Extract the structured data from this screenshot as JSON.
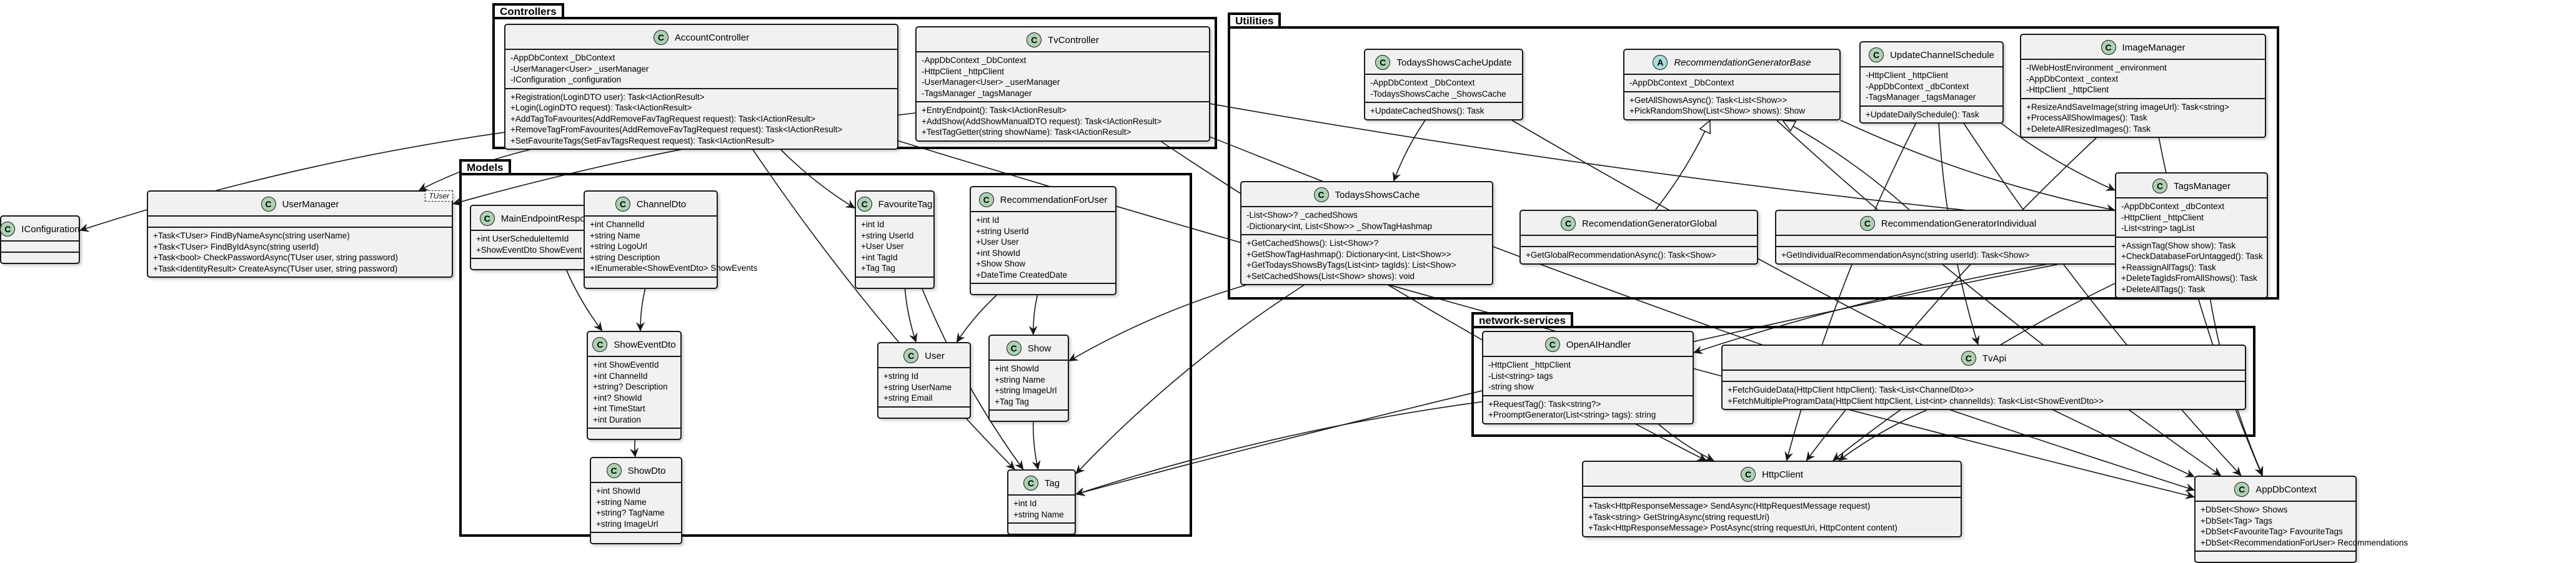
{
  "packages": [
    {
      "id": "controllers",
      "name": "Controllers"
    },
    {
      "id": "utilities",
      "name": "Utilities"
    },
    {
      "id": "models",
      "name": "Models"
    },
    {
      "id": "network_services",
      "name": "network-services"
    }
  ],
  "classes": {
    "account_controller": {
      "name": "AccountController",
      "stereotype": "C",
      "template": "",
      "fields": [
        "-AppDbContext _DbContext",
        "-UserManager<User> _userManager",
        "-IConfiguration _configuration"
      ],
      "methods": [
        "+Registration(LoginDTO user): Task<IActionResult>",
        "+Login(LoginDTO request): Task<IActionResult>",
        "+AddTagToFavourites(AddRemoveFavTagRequest request): Task<IActionResult>",
        "+RemoveTagFromFavourites(AddRemoveFavTagRequest request): Task<IActionResult>",
        "+SetFavouriteTags(SetFavTagsRequest request): Task<IActionResult>"
      ]
    },
    "tv_controller": {
      "name": "TvController",
      "stereotype": "C",
      "template": "",
      "fields": [
        "-AppDbContext _DbContext",
        "-HttpClient _httpClient",
        "-UserManager<User> _userManager",
        "-TagsManager _tagsManager"
      ],
      "methods": [
        "+EntryEndpoint(): Task<IActionResult>",
        "+AddShow(AddShowManualDTO request): Task<IActionResult>",
        "+TestTagGetter(string showName): Task<IActionResult>"
      ]
    },
    "iconfiguration": {
      "name": "IConfiguration",
      "stereotype": "C",
      "template": "",
      "fields": [],
      "methods": []
    },
    "user_manager": {
      "name": "UserManager",
      "stereotype": "C",
      "template": "TUser",
      "fields": [],
      "methods": [
        "+Task<TUser> FindByNameAsync(string userName)",
        "+Task<TUser> FindByIdAsync(string userId)",
        "+Task<bool> CheckPasswordAsync(TUser user, string password)",
        "+Task<IdentityResult> CreateAsync(TUser user, string password)"
      ]
    },
    "main_endpoint_response_dto": {
      "name": "MainEndpointResponseDto",
      "stereotype": "C",
      "template": "",
      "fields": [
        "+int UserScheduleItemId",
        "+ShowEventDto ShowEvent"
      ],
      "methods": []
    },
    "channel_dto": {
      "name": "ChannelDto",
      "stereotype": "C",
      "template": "",
      "fields": [
        "+int ChannelId",
        "+string Name",
        "+string LogoUrl",
        "+string Description",
        "+IEnumerable<ShowEventDto> ShowEvents"
      ],
      "methods": []
    },
    "favourite_tag": {
      "name": "FavouriteTag",
      "stereotype": "C",
      "template": "",
      "fields": [
        "+int Id",
        "+string UserId",
        "+User User",
        "+int TagId",
        "+Tag Tag"
      ],
      "methods": []
    },
    "recommendation_for_user": {
      "name": "RecommendationForUser",
      "stereotype": "C",
      "template": "",
      "fields": [
        "+int Id",
        "+string UserId",
        "+User User",
        "+int ShowId",
        "+Show Show",
        "+DateTime CreatedDate"
      ],
      "methods": []
    },
    "show_event_dto": {
      "name": "ShowEventDto",
      "stereotype": "C",
      "template": "",
      "fields": [
        "+int ShowEventId",
        "+int ChannelId",
        "+string? Description",
        "+int? ShowId",
        "+int TimeStart",
        "+int Duration"
      ],
      "methods": []
    },
    "show_dto": {
      "name": "ShowDto",
      "stereotype": "C",
      "template": "",
      "fields": [
        "+int ShowId",
        "+string Name",
        "+string? TagName",
        "+string ImageUrl"
      ],
      "methods": []
    },
    "user": {
      "name": "User",
      "stereotype": "C",
      "template": "",
      "fields": [
        "+string Id",
        "+string UserName",
        "+string Email"
      ],
      "methods": []
    },
    "show": {
      "name": "Show",
      "stereotype": "C",
      "template": "",
      "fields": [
        "+int ShowId",
        "+string Name",
        "+string ImageUrl",
        "+Tag Tag"
      ],
      "methods": []
    },
    "tag": {
      "name": "Tag",
      "stereotype": "C",
      "template": "",
      "fields": [
        "+int Id",
        "+string Name"
      ],
      "methods": []
    },
    "todays_shows_cache_update": {
      "name": "TodaysShowsCacheUpdate",
      "stereotype": "C",
      "template": "",
      "fields": [
        "-AppDbContext _DbContext",
        "-TodaysShowsCache _ShowsCache"
      ],
      "methods": [
        "+UpdateCachedShows(): Task"
      ]
    },
    "recommendation_generator_base": {
      "name": "RecommendationGeneratorBase",
      "stereotype": "A",
      "template": "",
      "fields": [
        "-AppDbContext _DbContext"
      ],
      "methods": [
        "+GetAllShowsAsync(): Task<List<Show>>",
        "+PickRandomShow(List<Show> shows): Show"
      ]
    },
    "update_channel_schedule": {
      "name": "UpdateChannelSchedule",
      "stereotype": "C",
      "template": "",
      "fields": [
        "-HttpClient _httpClient",
        "-AppDbContext _dbContext",
        "-TagsManager _tagsManager"
      ],
      "methods": [
        "+UpdateDailySchedule(): Task"
      ]
    },
    "image_manager": {
      "name": "ImageManager",
      "stereotype": "C",
      "template": "",
      "fields": [
        "-IWebHostEnvironment _environment",
        "-AppDbContext _context",
        "-HttpClient _httpClient"
      ],
      "methods": [
        "+ResizeAndSaveImage(string imageUrl): Task<string>",
        "+ProcessAllShowImages(): Task",
        "+DeleteAllResizedImages(): Task"
      ]
    },
    "todays_shows_cache": {
      "name": "TodaysShowsCache",
      "stereotype": "C",
      "template": "",
      "fields": [
        "-List<Show>? _cachedShows",
        "-Dictionary<int, List<Show>> _ShowTagHashmap"
      ],
      "methods": [
        "+GetCachedShows(): List<Show>?",
        "+GetShowTagHashmap(): Dictionary<int, List<Show>>",
        "+GetTodaysShowsByTags(List<int> tagIds): List<Show>",
        "+SetCachedShows(List<Show> shows): void"
      ]
    },
    "recommendation_generator_global": {
      "name": "RecomendationGeneratorGlobal",
      "stereotype": "C",
      "template": "",
      "fields": [],
      "methods": [
        "+GetGlobalRecommendationAsync(): Task<Show>"
      ]
    },
    "recommendation_generator_individual": {
      "name": "RecommendationGeneratorIndividual",
      "stereotype": "C",
      "template": "",
      "fields": [],
      "methods": [
        "+GetIndividualRecommendationAsync(string userId): Task<Show>"
      ]
    },
    "tags_manager": {
      "name": "TagsManager",
      "stereotype": "C",
      "template": "",
      "fields": [
        "-AppDbContext _dbContext",
        "-HttpClient _httpClient",
        "-List<string> tagList"
      ],
      "methods": [
        "+AssignTag(Show show): Task",
        "+CheckDatabaseForUntagged(): Task",
        "+ReassignAllTags(): Task",
        "+DeleteTagIdsFromAllShows(): Task",
        "+DeleteAllTags(): Task"
      ]
    },
    "openai_handler": {
      "name": "OpenAIHandler",
      "stereotype": "C",
      "template": "",
      "fields": [
        "-HttpClient _httpClient",
        "-List<string> tags",
        "-string show"
      ],
      "methods": [
        "+RequestTag(): Task<string?>",
        "+ProomptGenerator(List<string> tags): string"
      ]
    },
    "tv_api": {
      "name": "TvApi",
      "stereotype": "C",
      "template": "",
      "fields": [],
      "methods": [
        "+FetchGuideData(HttpClient httpClient): Task<List<ChannelDto>>",
        "+FetchMultipleProgramData(HttpClient httpClient, List<int> channelIds): Task<List<ShowEventDto>>"
      ]
    },
    "app_db_context": {
      "name": "AppDbContext",
      "stereotype": "C",
      "template": "",
      "fields": [
        "+DbSet<Show> Shows",
        "+DbSet<Tag> Tags",
        "+DbSet<FavouriteTag> FavouriteTags",
        "+DbSet<RecommendationForUser> Recommendations"
      ],
      "methods": []
    },
    "http_client": {
      "name": "HttpClient",
      "stereotype": "C",
      "template": "",
      "fields": [],
      "methods": [
        "+Task<HttpResponseMessage> SendAsync(HttpRequestMessage request)",
        "+Task<string> GetStringAsync(string requestUri)",
        "+Task<HttpResponseMessage> PostAsync(string requestUri, HttpContent content)"
      ]
    }
  },
  "relations": [
    {
      "from": "account_controller",
      "to": "user_manager",
      "kind": "dependency"
    },
    {
      "from": "account_controller",
      "to": "iconfiguration",
      "kind": "dependency"
    },
    {
      "from": "account_controller",
      "to": "favourite_tag",
      "kind": "dependency"
    },
    {
      "from": "account_controller",
      "to": "tag",
      "kind": "dependency"
    },
    {
      "from": "account_controller",
      "to": "app_db_context",
      "kind": "dependency"
    },
    {
      "from": "tv_controller",
      "to": "user_manager",
      "kind": "dependency"
    },
    {
      "from": "tv_controller",
      "to": "tags_manager",
      "kind": "dependency"
    },
    {
      "from": "tv_controller",
      "to": "http_client",
      "kind": "dependency"
    },
    {
      "from": "tv_controller",
      "to": "app_db_context",
      "kind": "dependency"
    },
    {
      "from": "main_endpoint_response_dto",
      "to": "show_event_dto",
      "kind": "dependency"
    },
    {
      "from": "channel_dto",
      "to": "show_event_dto",
      "kind": "dependency"
    },
    {
      "from": "show_event_dto",
      "to": "show_dto",
      "kind": "dependency"
    },
    {
      "from": "favourite_tag",
      "to": "user",
      "kind": "dependency"
    },
    {
      "from": "favourite_tag",
      "to": "tag",
      "kind": "dependency"
    },
    {
      "from": "recommendation_for_user",
      "to": "user",
      "kind": "dependency"
    },
    {
      "from": "recommendation_for_user",
      "to": "show",
      "kind": "dependency"
    },
    {
      "from": "show",
      "to": "tag",
      "kind": "dependency"
    },
    {
      "from": "todays_shows_cache_update",
      "to": "todays_shows_cache",
      "kind": "dependency"
    },
    {
      "from": "todays_shows_cache_update",
      "to": "app_db_context",
      "kind": "dependency"
    },
    {
      "from": "todays_shows_cache",
      "to": "show",
      "kind": "dependency"
    },
    {
      "from": "todays_shows_cache",
      "to": "tag",
      "kind": "dependency"
    },
    {
      "from": "recommendation_generator_global",
      "to": "recommendation_generator_base",
      "kind": "inheritance"
    },
    {
      "from": "recommendation_generator_individual",
      "to": "recommendation_generator_base",
      "kind": "inheritance"
    },
    {
      "from": "recommendation_generator_base",
      "to": "tags_manager",
      "kind": "dependency"
    },
    {
      "from": "recommendation_generator_base",
      "to": "app_db_context",
      "kind": "dependency"
    },
    {
      "from": "update_channel_schedule",
      "to": "tags_manager",
      "kind": "dependency"
    },
    {
      "from": "update_channel_schedule",
      "to": "tv_api",
      "kind": "dependency"
    },
    {
      "from": "update_channel_schedule",
      "to": "app_db_context",
      "kind": "dependency"
    },
    {
      "from": "update_channel_schedule",
      "to": "http_client",
      "kind": "dependency"
    },
    {
      "from": "image_manager",
      "to": "app_db_context",
      "kind": "dependency"
    },
    {
      "from": "image_manager",
      "to": "http_client",
      "kind": "dependency"
    },
    {
      "from": "tags_manager",
      "to": "openai_handler",
      "kind": "dependency"
    },
    {
      "from": "tags_manager",
      "to": "app_db_context",
      "kind": "dependency"
    },
    {
      "from": "tags_manager",
      "to": "tag",
      "kind": "dependency"
    },
    {
      "from": "tags_manager",
      "to": "http_client",
      "kind": "dependency"
    },
    {
      "from": "openai_handler",
      "to": "http_client",
      "kind": "dependency"
    },
    {
      "from": "openai_handler",
      "to": "tag",
      "kind": "dependency"
    },
    {
      "from": "tv_api",
      "to": "http_client",
      "kind": "dependency"
    }
  ],
  "colors": {
    "class_fill": "#f1f1f1",
    "class_badge": "#add1b2",
    "abstract_badge": "#a9dcdf",
    "line": "#181818"
  }
}
